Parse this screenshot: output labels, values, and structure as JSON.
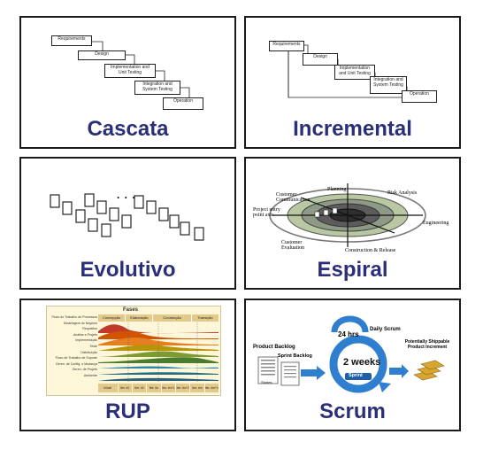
{
  "panels": {
    "cascata": {
      "title": "Cascata",
      "steps": [
        "Requirements",
        "Design",
        "Implementation and Unit Testing",
        "Integration and System Testing",
        "Operation"
      ]
    },
    "incremental": {
      "title": "Incremental",
      "steps": [
        "Requirements",
        "Design",
        "Implementation and Unit Testing",
        "Integration and System Testing",
        "Operation"
      ]
    },
    "evolutivo": {
      "title": "Evolutivo",
      "dots": ". . ."
    },
    "espiral": {
      "title": "Espiral",
      "labels": [
        "Planning",
        "Risk Analysis",
        "Customer Communication",
        "Project entry point axis",
        "Engineering",
        "Customer Evaluation",
        "Construction & Release"
      ]
    },
    "rup": {
      "title": "RUP",
      "header": "Fases",
      "phases": [
        "Concepção",
        "Elaboração",
        "Construção",
        "Transição"
      ],
      "disciplines": [
        "Fluxo do Trabalho de Processos",
        "Modelagem do Negócio",
        "Requisitos",
        "Análise e Projeto",
        "Implementação",
        "Teste",
        "Distribuição",
        "Fluxo de Trabalho de Suporte",
        "Geren. de Config. e Mudança",
        "Geren. de Projeto",
        "Ambiente"
      ],
      "iterations": [
        "Inicial",
        "Iter. #1",
        "Iter. #2",
        "Iter. #n",
        "Iter. #n+1",
        "Iter. #n+2",
        "Iter. #m",
        "Iter. #m+1"
      ]
    },
    "scrum": {
      "title": "Scrum",
      "product_backlog": "Product Backlog",
      "sprint_backlog": "Sprint Backlog",
      "daily": "Daily Scrum",
      "hours": "24 hrs",
      "weeks": "2 weeks",
      "sprint": "Sprint",
      "increment": "Potentially Shippable Product Increment",
      "stories_label": "Stories"
    }
  },
  "colors": {
    "title": "#2b2f7a",
    "scrum_blue": "#2f7fd1",
    "gold": "#d8a531"
  }
}
